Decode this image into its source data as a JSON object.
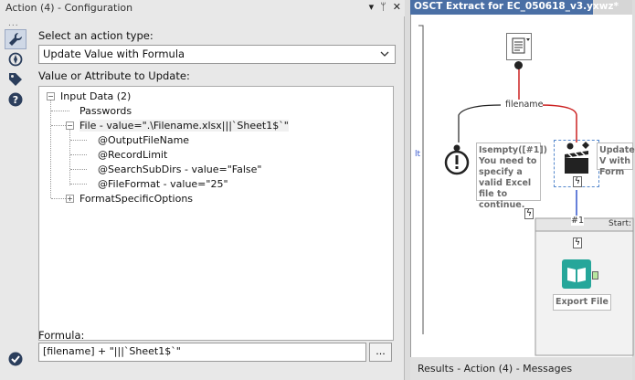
{
  "left_panel": {
    "title": "Action (4) - Configuration",
    "controls": [
      "▾",
      "ᛘ",
      "✕"
    ],
    "toolbar_dots": "...",
    "form": {
      "action_type_label": "Select an action type:",
      "action_type_value": "Update Value with Formula",
      "value_label": "Value or Attribute to Update:",
      "tree": {
        "root": "Input Data (2)",
        "passwords": "Passwords",
        "file": "File - value=\".\\Filename.xlsx|||`Sheet1$`\"",
        "children": [
          "@OutputFileName",
          "@RecordLimit",
          "@SearchSubDirs - value=\"False\"",
          "@FileFormat - value=\"25\""
        ],
        "format_specific": "FormatSpecificOptions"
      },
      "formula_label": "Formula:",
      "formula_value": "[filename] + \"|||`Sheet1$`\"",
      "browse_label": "..."
    }
  },
  "right_panel": {
    "tab_title": "OSCT Extract for EC_050618_v3.yxwz*",
    "canvas": {
      "connection_label_filename": "filename",
      "note_text": "Isempty([#1]) You need to specify a valid Excel file to continue.",
      "update_tool_label": "Update V with Form",
      "connection_label_1": "#1",
      "container_label": "Start:",
      "export_label": "Export File",
      "side_marker": "lt"
    },
    "results_title": "Results - Action (4) - Messages"
  },
  "colors": {
    "accent_blue": "#4a6fa5",
    "wire_red": "#cc2222",
    "wire_blue": "#3355cc",
    "export_teal": "#26a69a"
  }
}
